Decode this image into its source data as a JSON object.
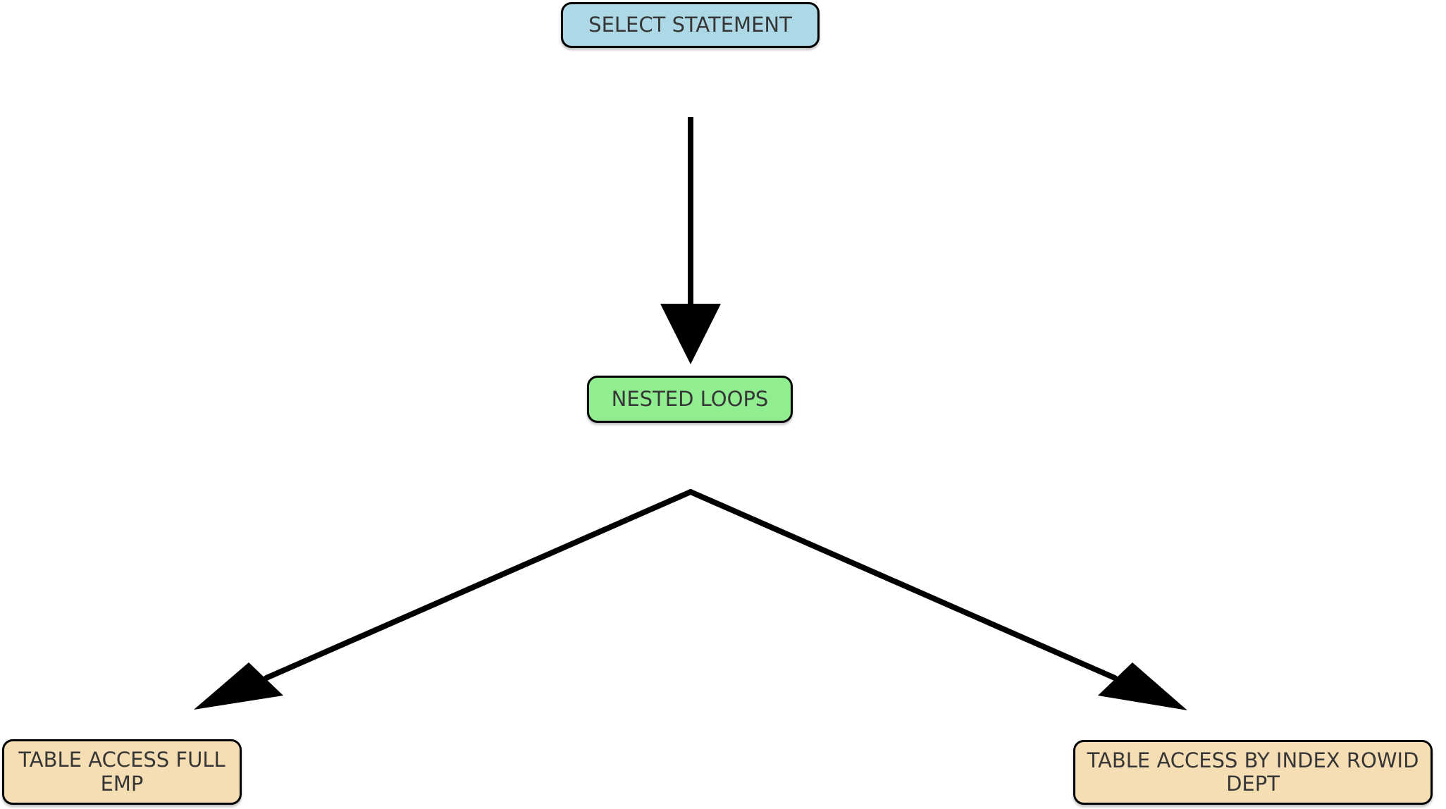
{
  "diagram": {
    "type": "execution-plan-tree",
    "nodes": [
      {
        "id": "select-statement",
        "label": "SELECT STATEMENT",
        "fill": "#ADD8E6"
      },
      {
        "id": "nested-loops",
        "label": "NESTED LOOPS",
        "fill": "#90EE90"
      },
      {
        "id": "table-access-full-emp",
        "label": "TABLE ACCESS FULL",
        "sublabel": "EMP",
        "fill": "#F5DEB3"
      },
      {
        "id": "table-access-by-index-rowid-dept",
        "label": "TABLE ACCESS BY INDEX ROWID",
        "sublabel": "DEPT",
        "fill": "#F5DEB3"
      }
    ],
    "edges": [
      {
        "from": "select-statement",
        "to": "nested-loops"
      },
      {
        "from": "nested-loops",
        "to": "table-access-full-emp"
      },
      {
        "from": "nested-loops",
        "to": "table-access-by-index-rowid-dept"
      }
    ],
    "colors": {
      "edge": "#000000",
      "border": "#000000",
      "text": "#363636",
      "background": "#FFFFFF"
    }
  }
}
